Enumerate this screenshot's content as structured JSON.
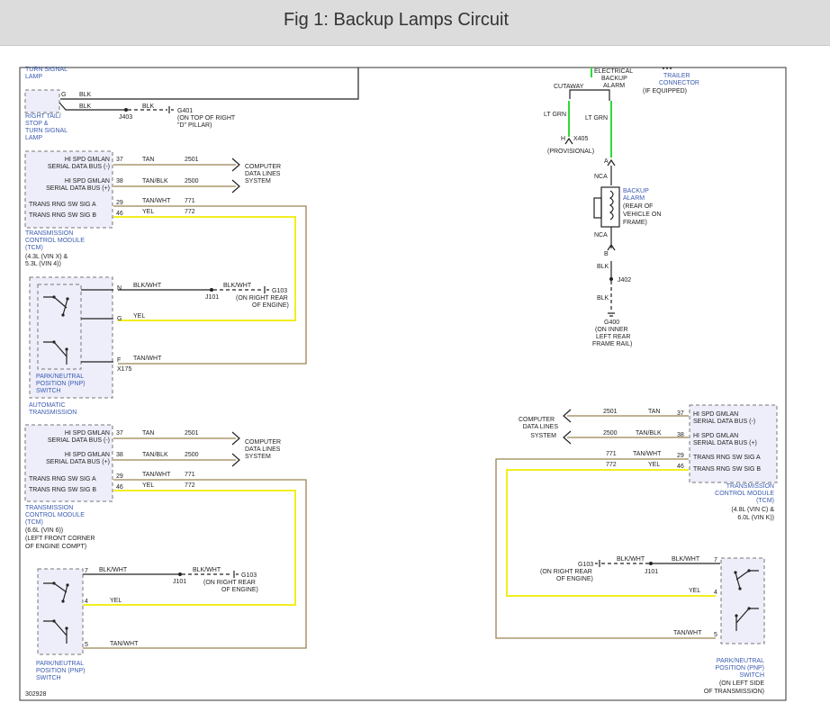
{
  "title": "Fig 1: Backup Lamps Circuit",
  "tcm_labels": {
    "bus_minus": [
      "HI SPD GMLAN",
      "SERIAL DATA BUS (-)"
    ],
    "bus_plus": [
      "HI SPD GMLAN",
      "SERIAL DATA BUS (+)"
    ],
    "sig_a": "TRANS RNG SW SIG A",
    "sig_b": "TRANS RNG SW SIG B",
    "computer": [
      "COMPUTER",
      "DATA LINES",
      "SYSTEM"
    ]
  },
  "wire": {
    "tan": "TAN",
    "tan_blk": "TAN/BLK",
    "tan_wht": "TAN/WHT",
    "yel": "YEL",
    "blk": "BLK",
    "blk_wht": "BLK/WHT",
    "lt_grn": "LT GRN"
  },
  "circuit": {
    "c2501": "2501",
    "c2500": "2500",
    "c771": "771",
    "c772": "772"
  },
  "pins": {
    "p37": "37",
    "p38": "38",
    "p29": "29",
    "p46": "46",
    "pN": "N",
    "pG": "G",
    "pF": "F",
    "p7": "7",
    "p4": "4",
    "p5": "5",
    "pA": "A",
    "pB": "B",
    "pH": "H"
  },
  "top_left": {
    "turn_signal": [
      "TURN SIGNAL",
      "LAMP"
    ],
    "right_tail": [
      "RIGHT TAIL/",
      "STOP &",
      "TURN SIGNAL",
      "LAMP"
    ],
    "j403": "J403",
    "g401": [
      "G401",
      "(ON TOP OF RIGHT",
      "\"D\" PILLAR)"
    ]
  },
  "tcm1": [
    "TRANSMISSION",
    "CONTROL MODULE",
    "(TCM)",
    "(4.3L (VIN X) &",
    "5.3L (VIN 4))"
  ],
  "pnp1": {
    "j101": "J101",
    "g103": [
      "G103",
      "(ON RIGHT REAR",
      "OF ENGINE)"
    ],
    "x175": "X175",
    "label": [
      "PARK/NEUTRAL",
      "POSITION (PNP)",
      "SWITCH"
    ],
    "auto": [
      "AUTOMATIC",
      "TRANSMISSION"
    ]
  },
  "tcm2": [
    "TRANSMISSION",
    "CONTROL MODULE",
    "(TCM)",
    "(6.6L (VIN 6))",
    "(LEFT FRONT CORNER",
    "OF ENGINE COMPT)"
  ],
  "pnp2": {
    "j101": "J101",
    "g103": [
      "G103",
      "(ON RIGHT REAR",
      "OF ENGINE)"
    ],
    "label": [
      "PARK/NEUTRAL",
      "POSITION (PNP)",
      "SWITCH"
    ]
  },
  "alarm": {
    "electrical": [
      "ELECTRICAL",
      "BACKUP",
      "ALARM"
    ],
    "cutaway": "CUTAWAY",
    "trailer": [
      "TRAILER",
      "CONNECTOR"
    ],
    "if_equipped": "(IF EQUIPPED)",
    "x405": "X405",
    "provisional": "(PROVISIONAL)",
    "nca": "NCA",
    "backup_alarm": [
      "BACKUP",
      "ALARM"
    ],
    "rear": [
      "(REAR OF",
      "VEHICLE ON",
      "FRAME)"
    ],
    "j402": "J402",
    "g400": [
      "G400",
      "(ON INNER",
      "LEFT REAR",
      "FRAME RAIL)"
    ]
  },
  "tcm3": [
    "TRANSMISSION",
    "CONTROL MODULE",
    "(TCM)",
    "(4.8L (VIN C) &",
    "6.0L (VIN K))"
  ],
  "pnp3": {
    "g103": [
      "G103",
      "(ON RIGHT REAR",
      "OF ENGINE)"
    ],
    "j101": "J101",
    "label": [
      "PARK/NEUTRAL",
      "POSITION (PNP)",
      "SWITCH"
    ],
    "side": [
      "(ON LEFT SIDE",
      "OF TRANSMISSION)"
    ]
  },
  "figure_id": "302928"
}
